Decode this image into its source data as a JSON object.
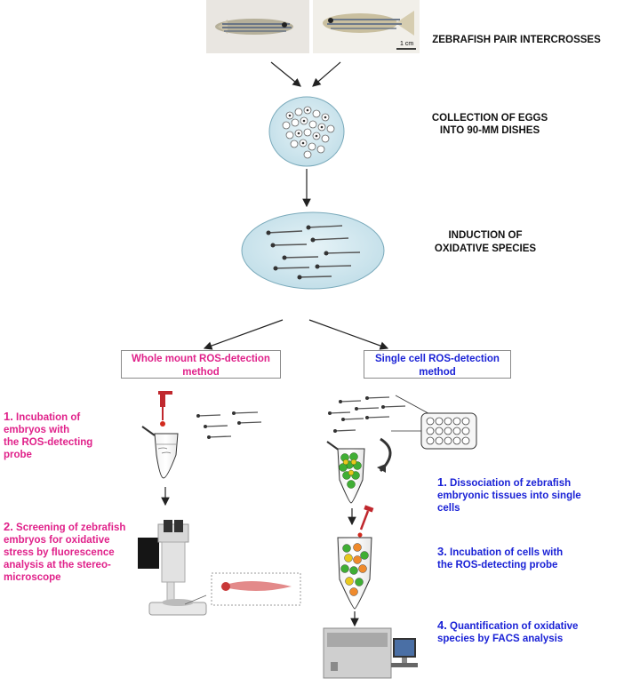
{
  "steps": {
    "intercross": "ZEBRAFISH PAIR INTERCROSSES",
    "collection_line1": "COLLECTION OF EGGS",
    "collection_line2": "INTO 90-MM DISHES",
    "induction_line1": "INDUCTION OF",
    "induction_line2": "OXIDATIVE SPECIES"
  },
  "scale_bar": "1 cm",
  "methods": {
    "whole_mount_line1": "Whole mount ROS-detection",
    "whole_mount_line2": "method",
    "single_cell_line1": "Single cell ROS-detection",
    "single_cell_line2": "method"
  },
  "left_steps": {
    "step1_num": "1.",
    "step1_lines": [
      "Incubation of",
      "embryos with",
      "the ROS-detecting",
      "probe"
    ],
    "step2_num": "2.",
    "step2_lines": [
      "Screening of zebrafish",
      "embryos for oxidative",
      "stress by fluorescence",
      "analysis at the stereo-",
      "microscope"
    ]
  },
  "right_steps": {
    "step1_num": "1.",
    "step1_lines": [
      "Dissociation of zebrafish",
      "embryonic tissues into single",
      "cells"
    ],
    "step3_num": "3.",
    "step3_lines": [
      "Incubation of cells with",
      "the ROS-detecting probe"
    ],
    "step4_num": "4.",
    "step4_lines": [
      "Quantification of oxidative",
      "species by FACS analysis"
    ]
  },
  "colors": {
    "pink": "#e0218a",
    "blue": "#1a22d6",
    "dish": "#cfe6ee"
  }
}
